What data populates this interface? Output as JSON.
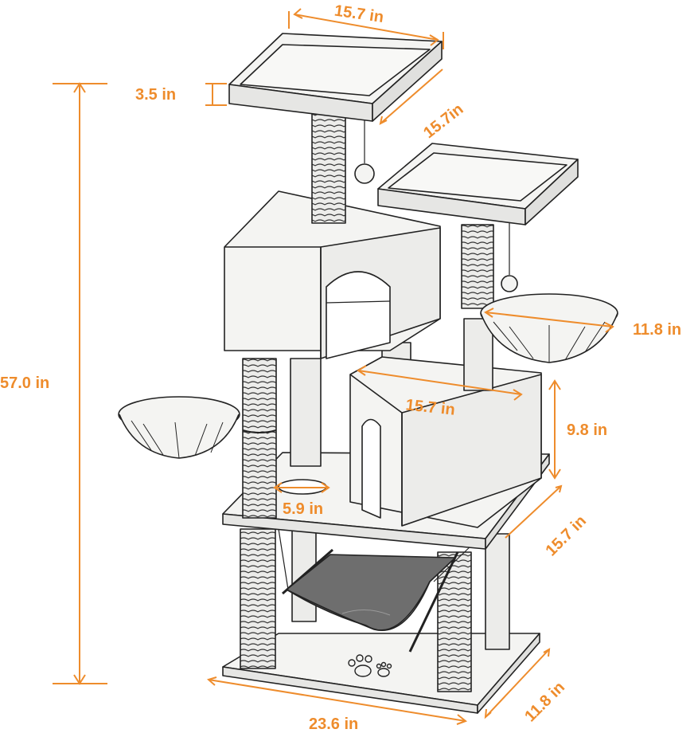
{
  "colors": {
    "dimension": "#EE8C2C",
    "outline": "#222222",
    "panel": "#F4F4F2",
    "post": "#ECECEA",
    "hammock": "#6E6E6E"
  },
  "icons": [
    "paw-print-icon",
    "hanging-ball-icon"
  ],
  "dimensions": {
    "top_platform_width": "15.7 in",
    "top_platform_depth": "15.7in",
    "platform_lip_height": "3.5 in",
    "total_height": "57.0 in",
    "basket_diameter": "11.8 in",
    "condo_width": "15.7 in",
    "condo_height": "9.8 in",
    "hole_diameter": "5.9 in",
    "middle_platform_depth": "15.7 in",
    "base_width": "23.6 in",
    "base_depth": "11.8 in"
  }
}
